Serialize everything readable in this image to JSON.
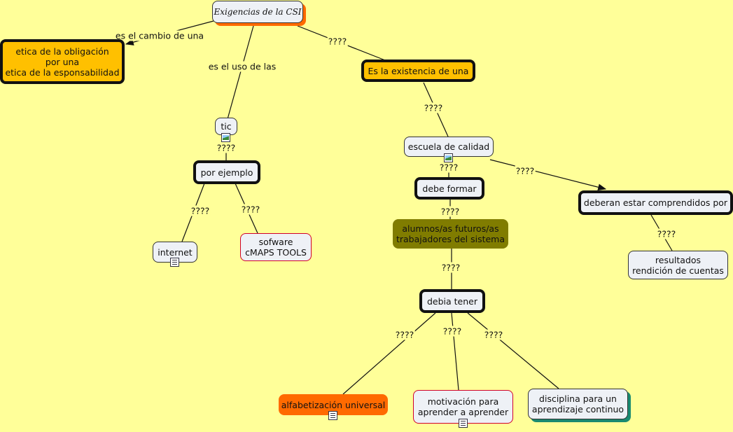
{
  "nodes": {
    "title": "Exigencias de la CSI",
    "etica": "etica de la obligación\npor una\netica de la esponsabilidad",
    "existencia": "Es la existencia de una",
    "tic": "tic",
    "escuela": "escuela de calidad",
    "por_ejemplo": "por ejemplo",
    "debe_formar": "debe formar",
    "deberan": "deberan estar comprendidos por",
    "internet": "internet",
    "sofware": "sofware\ncMAPS TOOLS",
    "alumnos": "alumnos/as futuros/as\ntrabajadores del sistema",
    "resultados": "resultados\nrendición de cuentas",
    "debia_tener": "debia tener",
    "alfabetizacion": "alfabetización universal",
    "motivacion": "motivación para\naprender a aprender",
    "disciplina": "disciplina para un\naprendizaje continuo"
  },
  "links": {
    "cambio": "es el cambio de una",
    "uso": "es el uso de las",
    "q_existencia": "????",
    "q_escuela": "????",
    "q_tic": "????",
    "q_internet": "????",
    "q_sofware": "????",
    "q_debe": "????",
    "q_deberan": "????",
    "q_alumnos": "????",
    "q_resultados": "????",
    "q_debia": "????",
    "q_alfa": "????",
    "q_motiv": "????",
    "q_disc": "????"
  },
  "icons": [
    "image-icon",
    "document-icon"
  ],
  "colors": {
    "background": "#ffff99",
    "highlight": "#ffc000",
    "olive": "#807c00",
    "orange": "#ff6a00",
    "teal_shadow": "#1a8a70",
    "red_border": "#d0002a"
  }
}
